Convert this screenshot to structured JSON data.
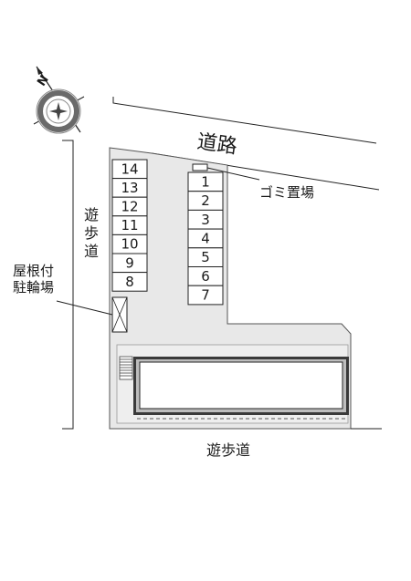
{
  "compass": {
    "north_label": "N",
    "icon": "compass-rose-icon"
  },
  "labels": {
    "road": "道路",
    "garbage": "ゴミ置場",
    "walkway_left_1": "遊",
    "walkway_left_2": "歩",
    "walkway_left_3": "道",
    "bike_parking_1": "屋根付",
    "bike_parking_2": "駐輪場",
    "walkway_bottom": "遊歩道"
  },
  "parking_left": [
    "14",
    "13",
    "12",
    "11",
    "10",
    "9",
    "8"
  ],
  "parking_right": [
    "1",
    "2",
    "3",
    "4",
    "5",
    "6",
    "7"
  ],
  "colors": {
    "site_fill": "#e8e8e8",
    "building_border": "#3a3a3a",
    "line": "#222222"
  }
}
